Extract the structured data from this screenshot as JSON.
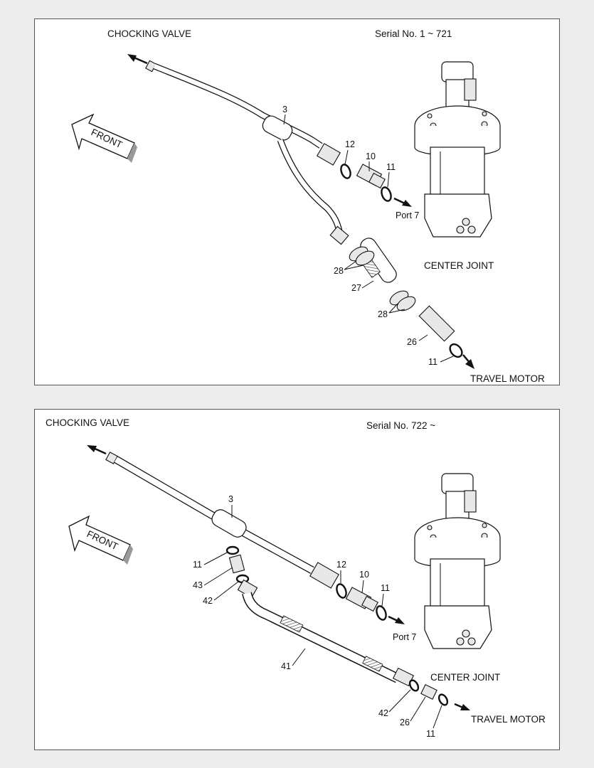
{
  "panels": [
    {
      "title": "CHOCKING VALVE",
      "serial": "Serial No. 1 ~ 721",
      "front": "FRONT",
      "port": "Port 7",
      "center_joint": "CENTER JOINT",
      "travel_motor": "TRAVEL MOTOR",
      "callouts": {
        "c3": "3",
        "c12": "12",
        "c10": "10",
        "c11a": "11",
        "c28a": "28",
        "c27": "27",
        "c28b": "28",
        "c26": "26",
        "c11b": "11"
      }
    },
    {
      "title": "CHOCKING VALVE",
      "serial": "Serial No. 722 ~",
      "front": "FRONT",
      "port": "Port 7",
      "center_joint": "CENTER JOINT",
      "travel_motor": "TRAVEL MOTOR",
      "callouts": {
        "c3": "3",
        "c11a": "11",
        "c43": "43",
        "c42a": "42",
        "c12": "12",
        "c10": "10",
        "c11b": "11",
        "c41": "41",
        "c42b": "42",
        "c26": "26",
        "c11c": "11"
      }
    }
  ]
}
